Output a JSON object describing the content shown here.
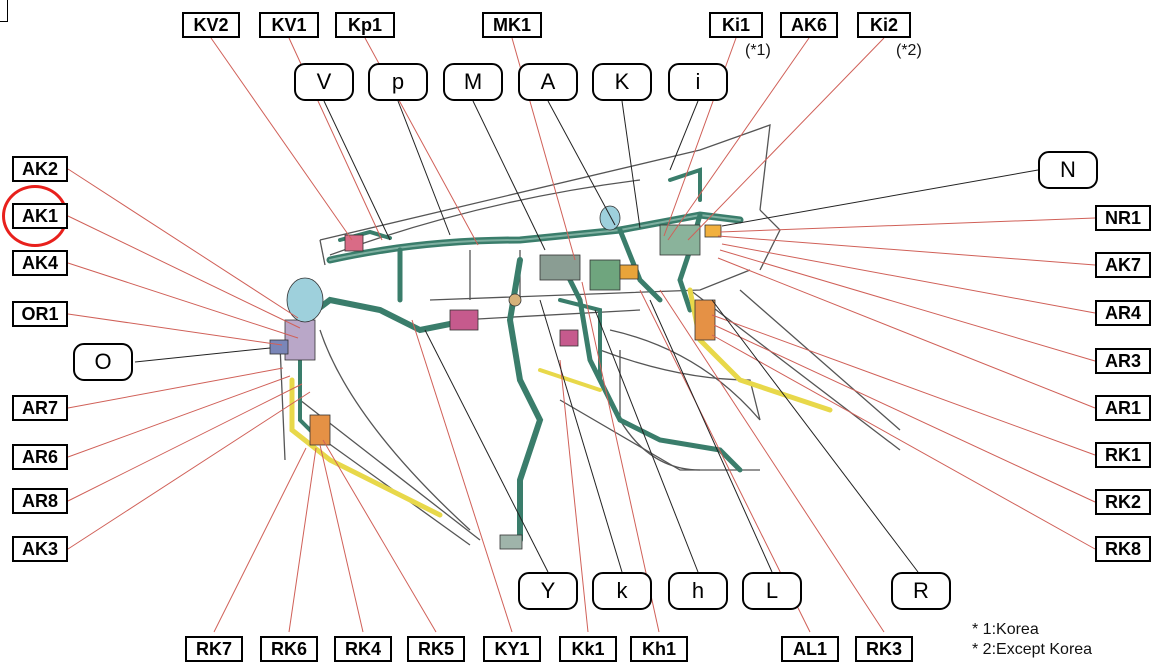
{
  "connectors": {
    "KV2": "KV2",
    "KV1": "KV1",
    "Kp1": "Kp1",
    "MK1": "MK1",
    "Ki1": "Ki1",
    "AK6": "AK6",
    "Ki2": "Ki2",
    "AK2": "AK2",
    "AK1": "AK1",
    "AK4": "AK4",
    "OR1": "OR1",
    "AR7": "AR7",
    "AR6": "AR6",
    "AR8": "AR8",
    "AK3": "AK3",
    "NR1": "NR1",
    "AK7": "AK7",
    "AR4": "AR4",
    "AR3": "AR3",
    "AR1": "AR1",
    "RK1": "RK1",
    "RK2": "RK2",
    "RK8": "RK8",
    "RK7": "RK7",
    "RK6": "RK6",
    "RK4": "RK4",
    "RK5": "RK5",
    "KY1": "KY1",
    "Kk1": "Kk1",
    "Kh1": "Kh1",
    "AL1": "AL1",
    "RK3": "RK3"
  },
  "bubbles": {
    "V": "V",
    "p": "p",
    "M": "M",
    "A": "A",
    "K": "K",
    "i": "i",
    "N": "N",
    "O": "O",
    "Y": "Y",
    "k": "k",
    "h": "h",
    "L": "L",
    "R": "R"
  },
  "notes": {
    "ki1": "(*1)",
    "ki2": "(*2)"
  },
  "legend": {
    "line1": "* 1:Korea",
    "line2": "* 2:Except Korea"
  },
  "colors": {
    "harness": "#3a7d6b",
    "harness_light": "#7fb0a1",
    "leader": "#d06058",
    "highlight": "#e8201c",
    "tape": "#e8d84a"
  }
}
